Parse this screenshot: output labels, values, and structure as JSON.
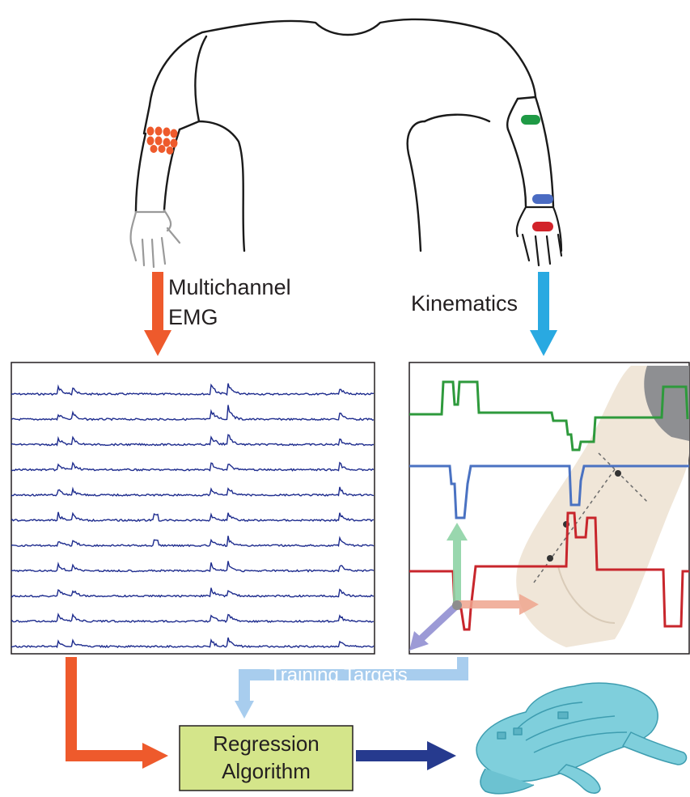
{
  "labels": {
    "emg_line1": "Multichannel",
    "emg_line2": "EMG",
    "kinematics": "Kinematics",
    "training_targets": "Training Targets",
    "regression_line1": "Regression",
    "regression_line2": "Algorithm"
  },
  "colors": {
    "emg_arrow": "#EE5A2C",
    "kinematics_arrow": "#29A9E1",
    "training_arrow": "#A8CDEE",
    "regression_box": "#D4E58A",
    "output_arrow": "#263A8E",
    "emg_trace": "#1E2C8E",
    "trace_green": "#2E9A3C",
    "trace_blue": "#4A72C2",
    "trace_red": "#C8262C",
    "sensor_green": "#1F9A45",
    "sensor_blue": "#4A6BC2",
    "sensor_red": "#D2232A",
    "electrodes": "#EE5A2C",
    "hand_model": "#7FCFDC"
  },
  "icons": {
    "body": "torso-outline-icon",
    "electrodes": "electrode-array-icon",
    "hand": "robotic-hand-icon"
  },
  "emg": {
    "channel_count": 11
  }
}
